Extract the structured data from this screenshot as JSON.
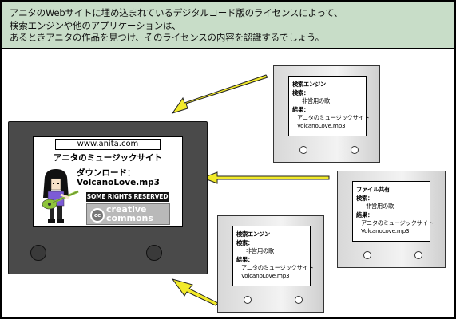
{
  "caption": {
    "lines": [
      "アニタのWebサイトに埋め込まれているデジタルコード版のライセンスによって、",
      "検索エンジンや他のアプリケーションは、",
      "あるときアニタの作品を見つけ、そのライセンスの内容を認識するでしょう。"
    ]
  },
  "main_screen": {
    "url": "www.anita.com",
    "site_title": "アニタのミュージックサイト",
    "download_label": "ダウンロード：",
    "download_file": "VolcanoLove.mp3",
    "rights_badge": "SOME RIGHTS RESERVED",
    "cc_symbol": "cc",
    "cc_line1": "creative",
    "cc_line2": "commons"
  },
  "search_top": {
    "title": "検索エンジン",
    "query_label": "検索：",
    "query_value": "非営用の歌",
    "result_label": "結果：",
    "result_site": "アニタのミュージックサイト",
    "result_file": "VolcanoLove.mp3"
  },
  "file_share": {
    "title": "ファイル共有",
    "query_label": "検索：",
    "query_value": "非営用の歌",
    "result_label": "結果：",
    "result_site": "アニタのミュージックサイト",
    "result_file": "VolcanoLove.mp3"
  },
  "search_bottom": {
    "title": "検索エンジン",
    "query_label": "検索：",
    "query_value": "非営用の歌",
    "result_label": "結果：",
    "result_site": "アニタのミュージックサイト",
    "result_file": "VolcanoLove.mp3"
  },
  "colors": {
    "caption_bg": "#c8ddc8",
    "arrow": "#f2ea2a",
    "monitor_dark": "#4a4a4a",
    "monitor_light": "#e6e6e6"
  }
}
